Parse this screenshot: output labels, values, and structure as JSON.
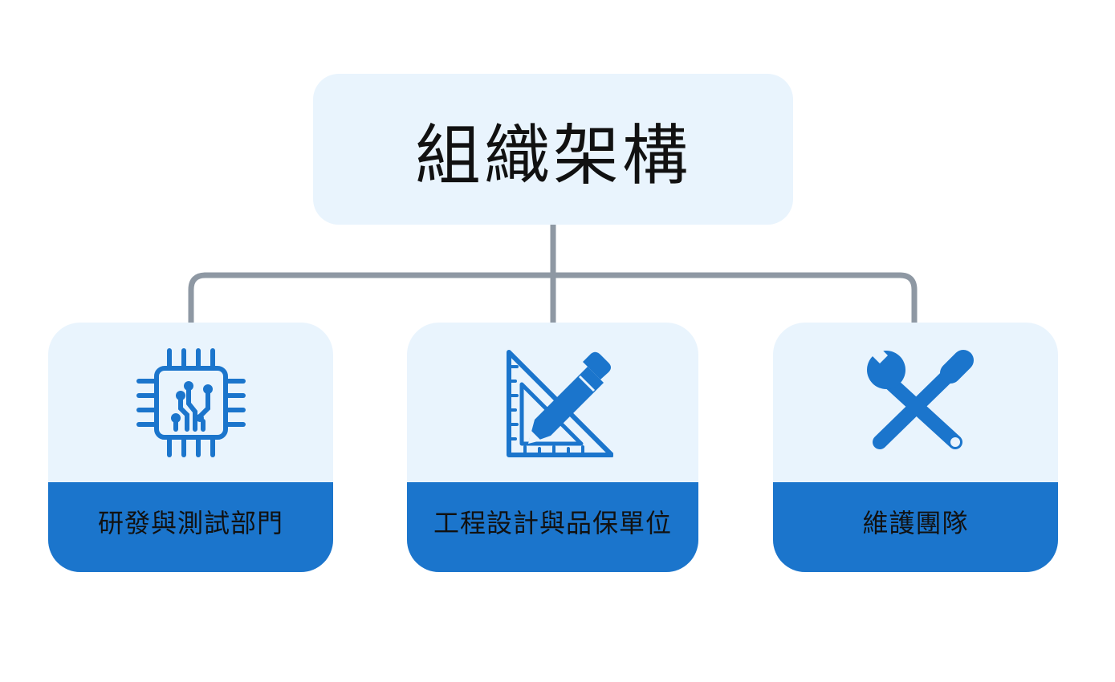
{
  "colors": {
    "box_fill": "#e9f4fd",
    "label_band": "#1b75cc",
    "icon": "#1b75cc",
    "connector": "#8e98a3"
  },
  "root": {
    "title": "組織架構"
  },
  "departments": [
    {
      "label": "研發與測試部門",
      "icon": "circuit-chip-icon"
    },
    {
      "label": "工程設計與品保單位",
      "icon": "ruler-pencil-icon"
    },
    {
      "label": "維護團隊",
      "icon": "wrench-screwdriver-icon"
    }
  ]
}
